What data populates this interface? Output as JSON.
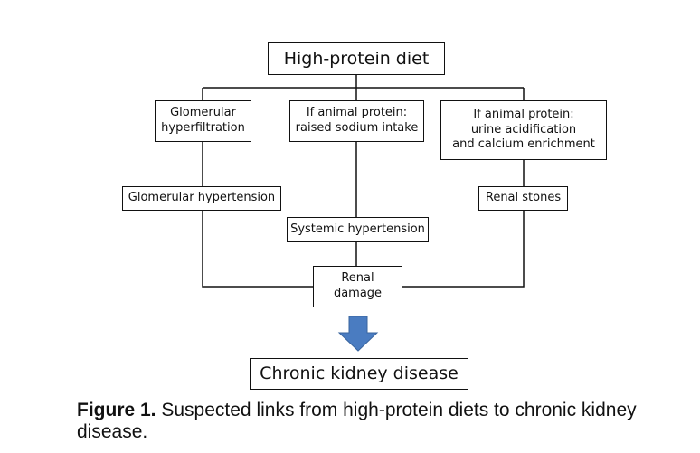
{
  "nodes": {
    "top": "High-protein diet",
    "glomerular_hyperfiltration": [
      "Glomerular",
      "hyperfiltration"
    ],
    "sodium": [
      "If animal protein:",
      "raised sodium intake"
    ],
    "acidification": [
      "If animal protein:",
      "urine acidification",
      "and calcium enrichment"
    ],
    "glomerular_hypertension": "Glomerular hypertension",
    "renal_stones": "Renal stones",
    "systemic_hypertension": "Systemic hypertension",
    "renal_damage": [
      "Renal",
      "damage"
    ],
    "ckd": "Chronic kidney disease"
  },
  "caption": {
    "label": "Figure 1.",
    "text": " Suspected links from high-protein diets to chronic kidney disease."
  },
  "colors": {
    "arrow": "#4a7cc1",
    "arrow_outline": "#3a659e",
    "line": "#111111"
  }
}
